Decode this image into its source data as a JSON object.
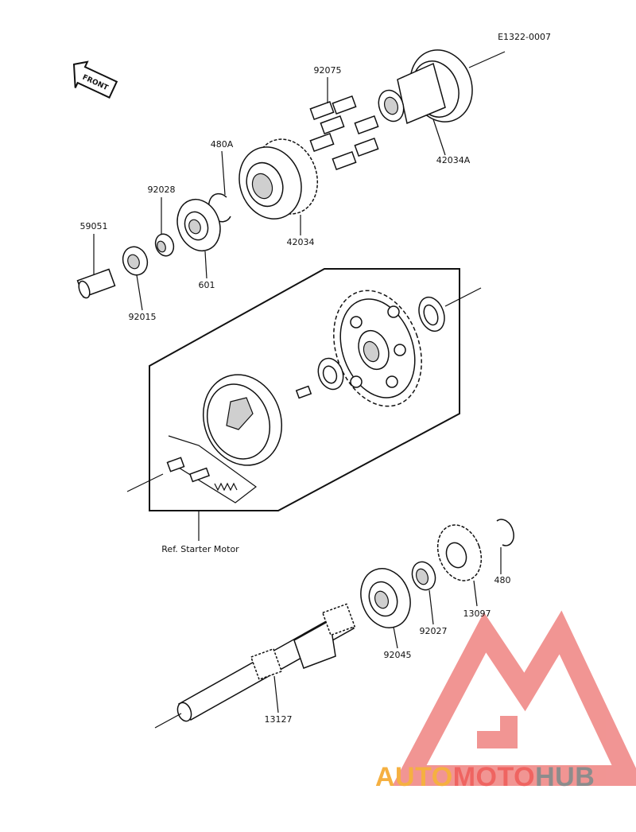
{
  "diagram": {
    "ref_code": "E1322-0007",
    "front_label": "FRONT",
    "ref_note": "Ref. Starter Motor",
    "parts": {
      "p92075": "92075",
      "p42034A": "42034A",
      "p480A": "480A",
      "p42034": "42034",
      "p92028": "92028",
      "p59051": "59051",
      "p601": "601",
      "p92015": "92015",
      "p480": "480",
      "p13097": "13097",
      "p92027": "92027",
      "p92045": "92045",
      "p13127": "13127"
    }
  },
  "watermark": {
    "part1": "AUTO",
    "part2": "MOTO",
    "part3": "HUB",
    "color_orange": "#f5b041",
    "color_red": "#ef6461",
    "color_gray": "#8c8c8c"
  }
}
